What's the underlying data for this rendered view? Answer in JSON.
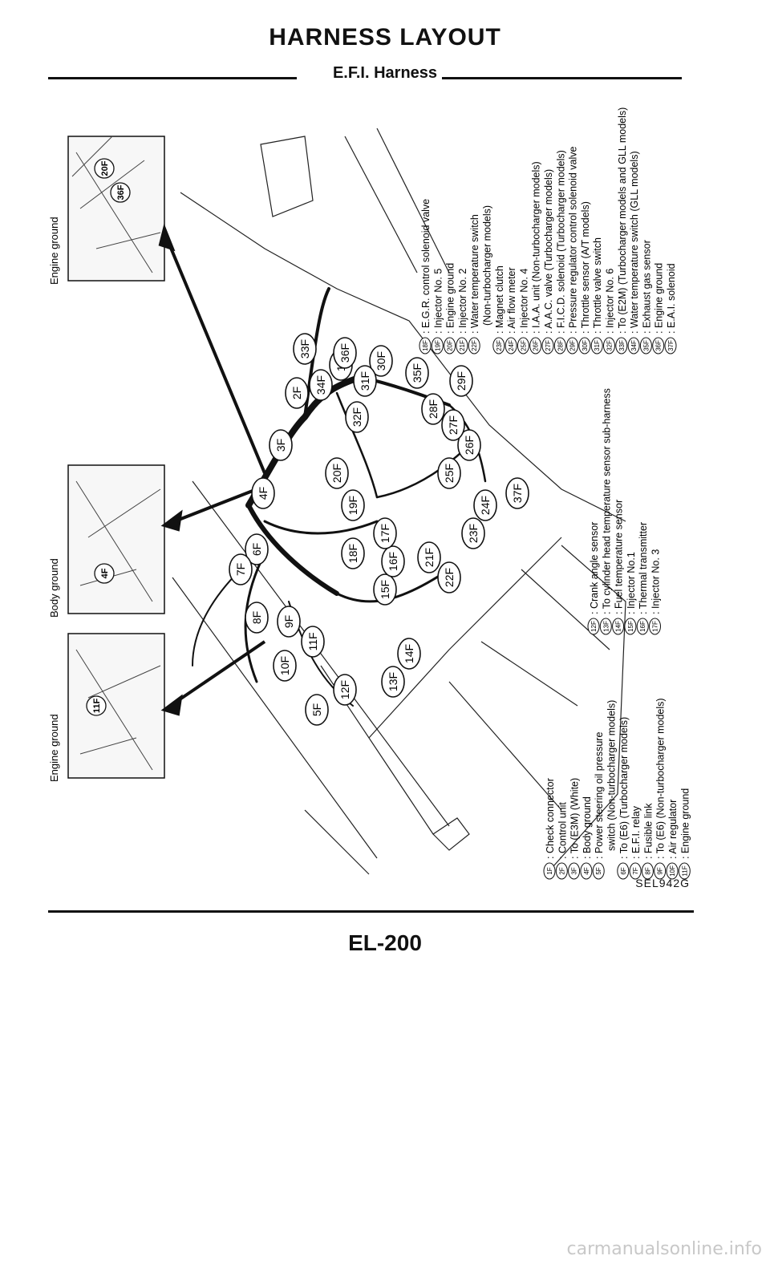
{
  "page": {
    "title": "HARNESS LAYOUT",
    "subtitle": "E.F.I. Harness",
    "figure_id": "SEL942G",
    "page_number": "EL-200",
    "watermark": "carmanualsonline.info"
  },
  "insets": [
    {
      "label": "Engine ground",
      "callouts": [
        "20F",
        "36F"
      ]
    },
    {
      "label": "Body ground",
      "callouts": [
        "4F"
      ]
    },
    {
      "label": "Engine ground",
      "callouts": [
        "11F"
      ]
    }
  ],
  "legend_top": [
    {
      "code": "18F",
      "text": ": E.G.R. control solenoid valve"
    },
    {
      "code": "19F",
      "text": ": Injector No. 5"
    },
    {
      "code": "20F",
      "text": ": Engine ground"
    },
    {
      "code": "21F",
      "text": ": Injector No. 2"
    },
    {
      "code": "22F",
      "text": ": Water temperature switch"
    },
    {
      "code": "",
      "text": "(Non-turbocharger models)"
    },
    {
      "code": "23F",
      "text": ": Magnet clutch"
    },
    {
      "code": "24F",
      "text": ": Air flow meter"
    },
    {
      "code": "25F",
      "text": ": Injector No. 4"
    },
    {
      "code": "26F",
      "text": ": I.A.A. unit (Non-turbocharger models)"
    },
    {
      "code": "27F",
      "text": ": A.A.C. valve (Turbocharger models)"
    },
    {
      "code": "28F",
      "text": ": F.I.C.D. solenoid (Turbocharger models)"
    },
    {
      "code": "29F",
      "text": ": Pressure regulator control solenoid valve"
    },
    {
      "code": "30F",
      "text": ": Throttle sensor (A/T models)"
    },
    {
      "code": "31F",
      "text": ": Throttle valve switch"
    },
    {
      "code": "32F",
      "text": ": Injector No. 6"
    },
    {
      "code": "33F",
      "text": ": To (E2M) (Turbocharger models and GLL models)"
    },
    {
      "code": "34F",
      "text": ": Water temperature switch (GLL models)"
    },
    {
      "code": "35F",
      "text": ": Exhaust gas sensor"
    },
    {
      "code": "36F",
      "text": ": Engine ground"
    },
    {
      "code": "37F",
      "text": ": E.A.I. solenoid"
    }
  ],
  "legend_mid": [
    {
      "code": "12F",
      "text": ": Crank angle sensor"
    },
    {
      "code": "13F",
      "text": ": To cylinder head temperature sensor sub-harness"
    },
    {
      "code": "14F",
      "text": ": Fuel temperature sensor"
    },
    {
      "code": "15F",
      "text": ": Injector No.1"
    },
    {
      "code": "16F",
      "text": ": Thermal transmitter"
    },
    {
      "code": "17F",
      "text": ": Injector No. 3"
    }
  ],
  "legend_bottom": [
    {
      "code": "1F",
      "text": ": Check connector"
    },
    {
      "code": "2F",
      "text": ": Control unit"
    },
    {
      "code": "3F",
      "text": ": To (E3M) (White)"
    },
    {
      "code": "4F",
      "text": ": Body ground"
    },
    {
      "code": "5F",
      "text": ": Power steering oil pressure"
    },
    {
      "code": "",
      "text": "switch (Non-turbocharger models)"
    },
    {
      "code": "6F",
      "text": ": To (E6) (Turbocharger models)"
    },
    {
      "code": "7F",
      "text": ": E.F.I. relay"
    },
    {
      "code": "8F",
      "text": ": Fusible link"
    },
    {
      "code": "9F",
      "text": ": To (E6) (Non-turbocharger models)"
    },
    {
      "code": "10F",
      "text": ": Air regulator"
    },
    {
      "code": "11F",
      "text": ": Engine ground"
    }
  ],
  "callouts": [
    "1F",
    "2F",
    "3F",
    "4F",
    "5F",
    "6F",
    "7F",
    "8F",
    "9F",
    "10F",
    "11F",
    "12F",
    "13F",
    "14F",
    "15F",
    "16F",
    "17F",
    "18F",
    "19F",
    "20F",
    "21F",
    "22F",
    "23F",
    "24F",
    "25F",
    "26F",
    "27F",
    "28F",
    "29F",
    "30F",
    "31F",
    "32F",
    "33F",
    "34F",
    "35F",
    "36F",
    "37F"
  ]
}
